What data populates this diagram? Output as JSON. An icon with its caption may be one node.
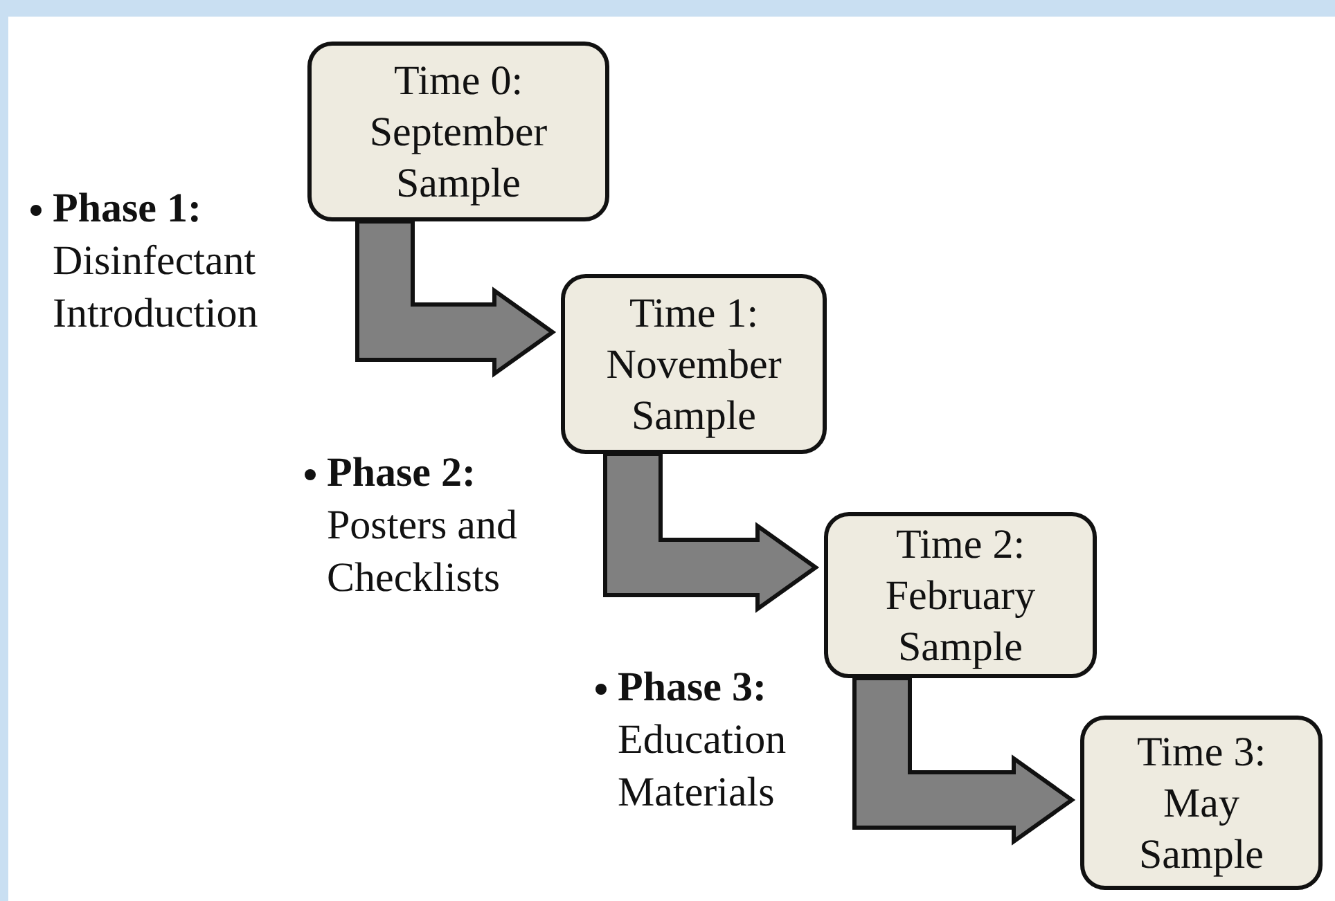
{
  "diagram": {
    "nodes": [
      {
        "text": [
          "Time 0:",
          "September Sample"
        ]
      },
      {
        "text": [
          "Time 1:",
          "November Sample"
        ]
      },
      {
        "text": [
          "Time 2:",
          "February Sample"
        ]
      },
      {
        "text": [
          "Time 3:",
          "May Sample"
        ]
      }
    ],
    "edges": [
      {
        "from": 0,
        "to": 1,
        "arrow": "to",
        "label": "**Phase 1:** Disinfectant Introduction"
      },
      {
        "from": 1,
        "to": 2,
        "arrow": "to",
        "label": "**Phase 2:** Posters and Checklists"
      },
      {
        "from": 2,
        "to": 3,
        "arrow": "to",
        "label": "**Phase 3:** Education Materials"
      }
    ]
  }
}
